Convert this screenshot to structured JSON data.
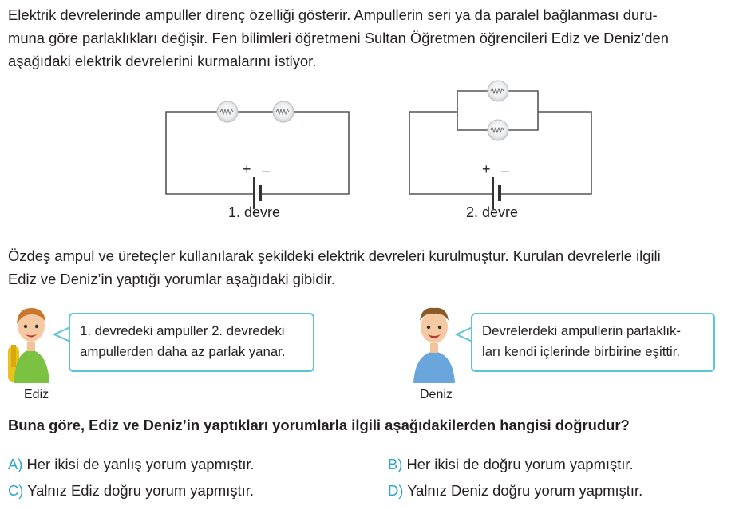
{
  "intro_lines": [
    "Elektrik devrelerinde ampuller direnç özelliği gösterir. Ampullerin seri ya da paralel bağlanması duru-",
    "muna göre parlaklıkları değişir. Fen bilimleri öğretmeni Sultan Öğretmen öğrencileri Ediz ve Deniz’den",
    "aşağıdaki elektrik devrelerini kurmalarını istiyor."
  ],
  "circuits": {
    "circuit1_label": "1. devre",
    "circuit2_label": "2. devre",
    "plus": "+",
    "minus": "–"
  },
  "description_lines": [
    "Özdeş ampul ve üreteçler kullanılarak şekildeki elektrik devreleri kurulmuştur. Kurulan devrelerle ilgili",
    "Ediz ve Deniz’in yaptığı yorumlar aşağıdaki gibidir."
  ],
  "students": {
    "ediz": {
      "name": "Ediz",
      "comment_lines": [
        "1. devredeki ampuller 2. devredeki",
        "ampullerden daha az parlak yanar."
      ]
    },
    "deniz": {
      "name": "Deniz",
      "comment_lines": [
        "Devrelerdeki ampullerin parlaklık-",
        "ları kendi içlerinde birbirine eşittir."
      ]
    }
  },
  "question": "Buna göre, Ediz ve Deniz’in yaptıkları yorumlarla ilgili aşağıdakilerden hangisi doğrudur?",
  "options": [
    {
      "letter": "A)",
      "text": "Her ikisi de yanlış yorum yapmıştır."
    },
    {
      "letter": "B)",
      "text": "Her ikisi de doğru yorum yapmıştır."
    },
    {
      "letter": "C)",
      "text": "Yalnız Ediz doğru yorum yapmıştır."
    },
    {
      "letter": "D)",
      "text": "Yalnız Deniz doğru yorum yapmıştır."
    }
  ],
  "colors": {
    "accent": "#2aa6d0",
    "bubble_border": "#5bc4d6",
    "text": "#231f20"
  }
}
